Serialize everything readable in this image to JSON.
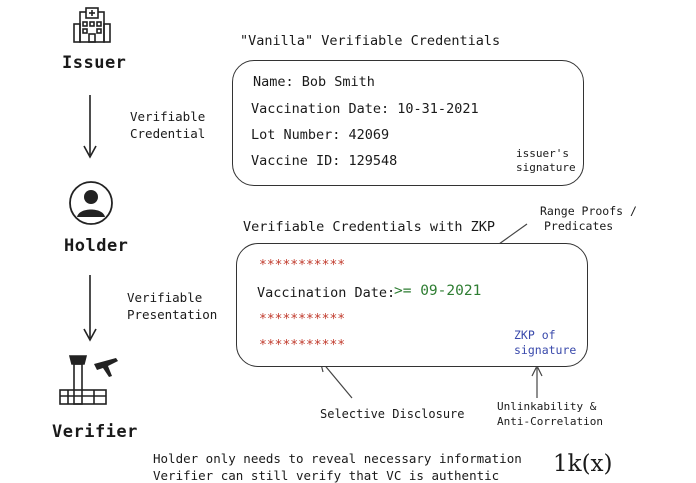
{
  "roles": {
    "issuer": "Issuer",
    "holder": "Holder",
    "verifier": "Verifier"
  },
  "edges": {
    "issuer_to_holder": [
      "Verifiable",
      "Credential"
    ],
    "holder_to_verifier": [
      "Verifiable",
      "Presentation"
    ]
  },
  "vanilla": {
    "title": "\"Vanilla\" Verifiable Credentials",
    "fields": [
      "Name: Bob Smith",
      "Vaccination Date: 10-31-2021",
      "Lot Number: 42069",
      "Vaccine ID: 129548"
    ],
    "signature": [
      "issuer's",
      "signature"
    ]
  },
  "zkp": {
    "title": "Verifiable Credentials with ZKP",
    "masked": "***********",
    "date_label": "Vaccination Date:",
    "date_value": ">= 09-2021",
    "signature": [
      "ZKP of",
      "signature"
    ]
  },
  "annotations": {
    "range_proofs": [
      "Range Proofs /",
      "Predicates"
    ],
    "selective_disclosure": "Selective Disclosure",
    "unlinkability": [
      "Unlinkability &",
      "Anti-Correlation"
    ]
  },
  "footer": {
    "line1": "Holder only needs to reveal necessary information",
    "line2": "Verifier can still verify that VC is authentic"
  },
  "logo": "1k(x)",
  "colors": {
    "masked": "#c0392b",
    "predicate": "#2e7d32",
    "zkp": "#3949ab",
    "ink": "#1a1a1a"
  }
}
